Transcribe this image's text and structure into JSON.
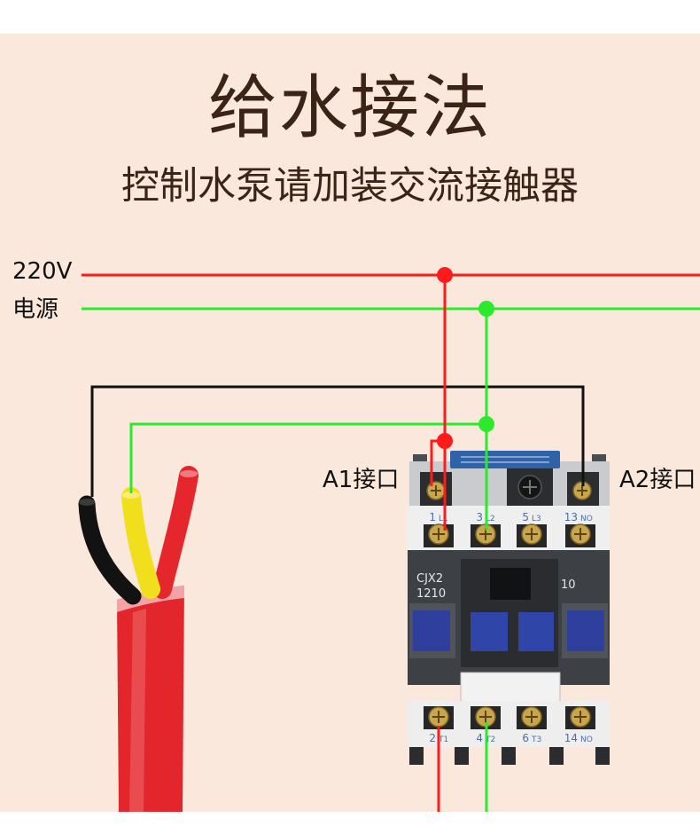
{
  "title": "给水接法",
  "subtitle": "控制水泵请加装交流接触器",
  "power_source": {
    "voltage": "220V",
    "label": "电源"
  },
  "interfaces": {
    "a1": "A1接口",
    "a2": "A2接口"
  },
  "contactor": {
    "model": "CJX2",
    "rating": "1210",
    "aux_code": "10",
    "top_terminals": [
      {
        "num": "1",
        "code": "L1"
      },
      {
        "num": "3",
        "code": "L2"
      },
      {
        "num": "5",
        "code": "L3"
      },
      {
        "num": "13",
        "code": "NO"
      }
    ],
    "bottom_terminals": [
      {
        "num": "2",
        "code": "T1"
      },
      {
        "num": "4",
        "code": "T2"
      },
      {
        "num": "6",
        "code": "T3"
      },
      {
        "num": "14",
        "code": "NO"
      }
    ]
  },
  "colors": {
    "background": "#fbe8dc",
    "text": "#3b2417",
    "live_wire": "#ff1b1b",
    "neutral_wire": "#2bea2b",
    "control_wire": "#111111"
  }
}
